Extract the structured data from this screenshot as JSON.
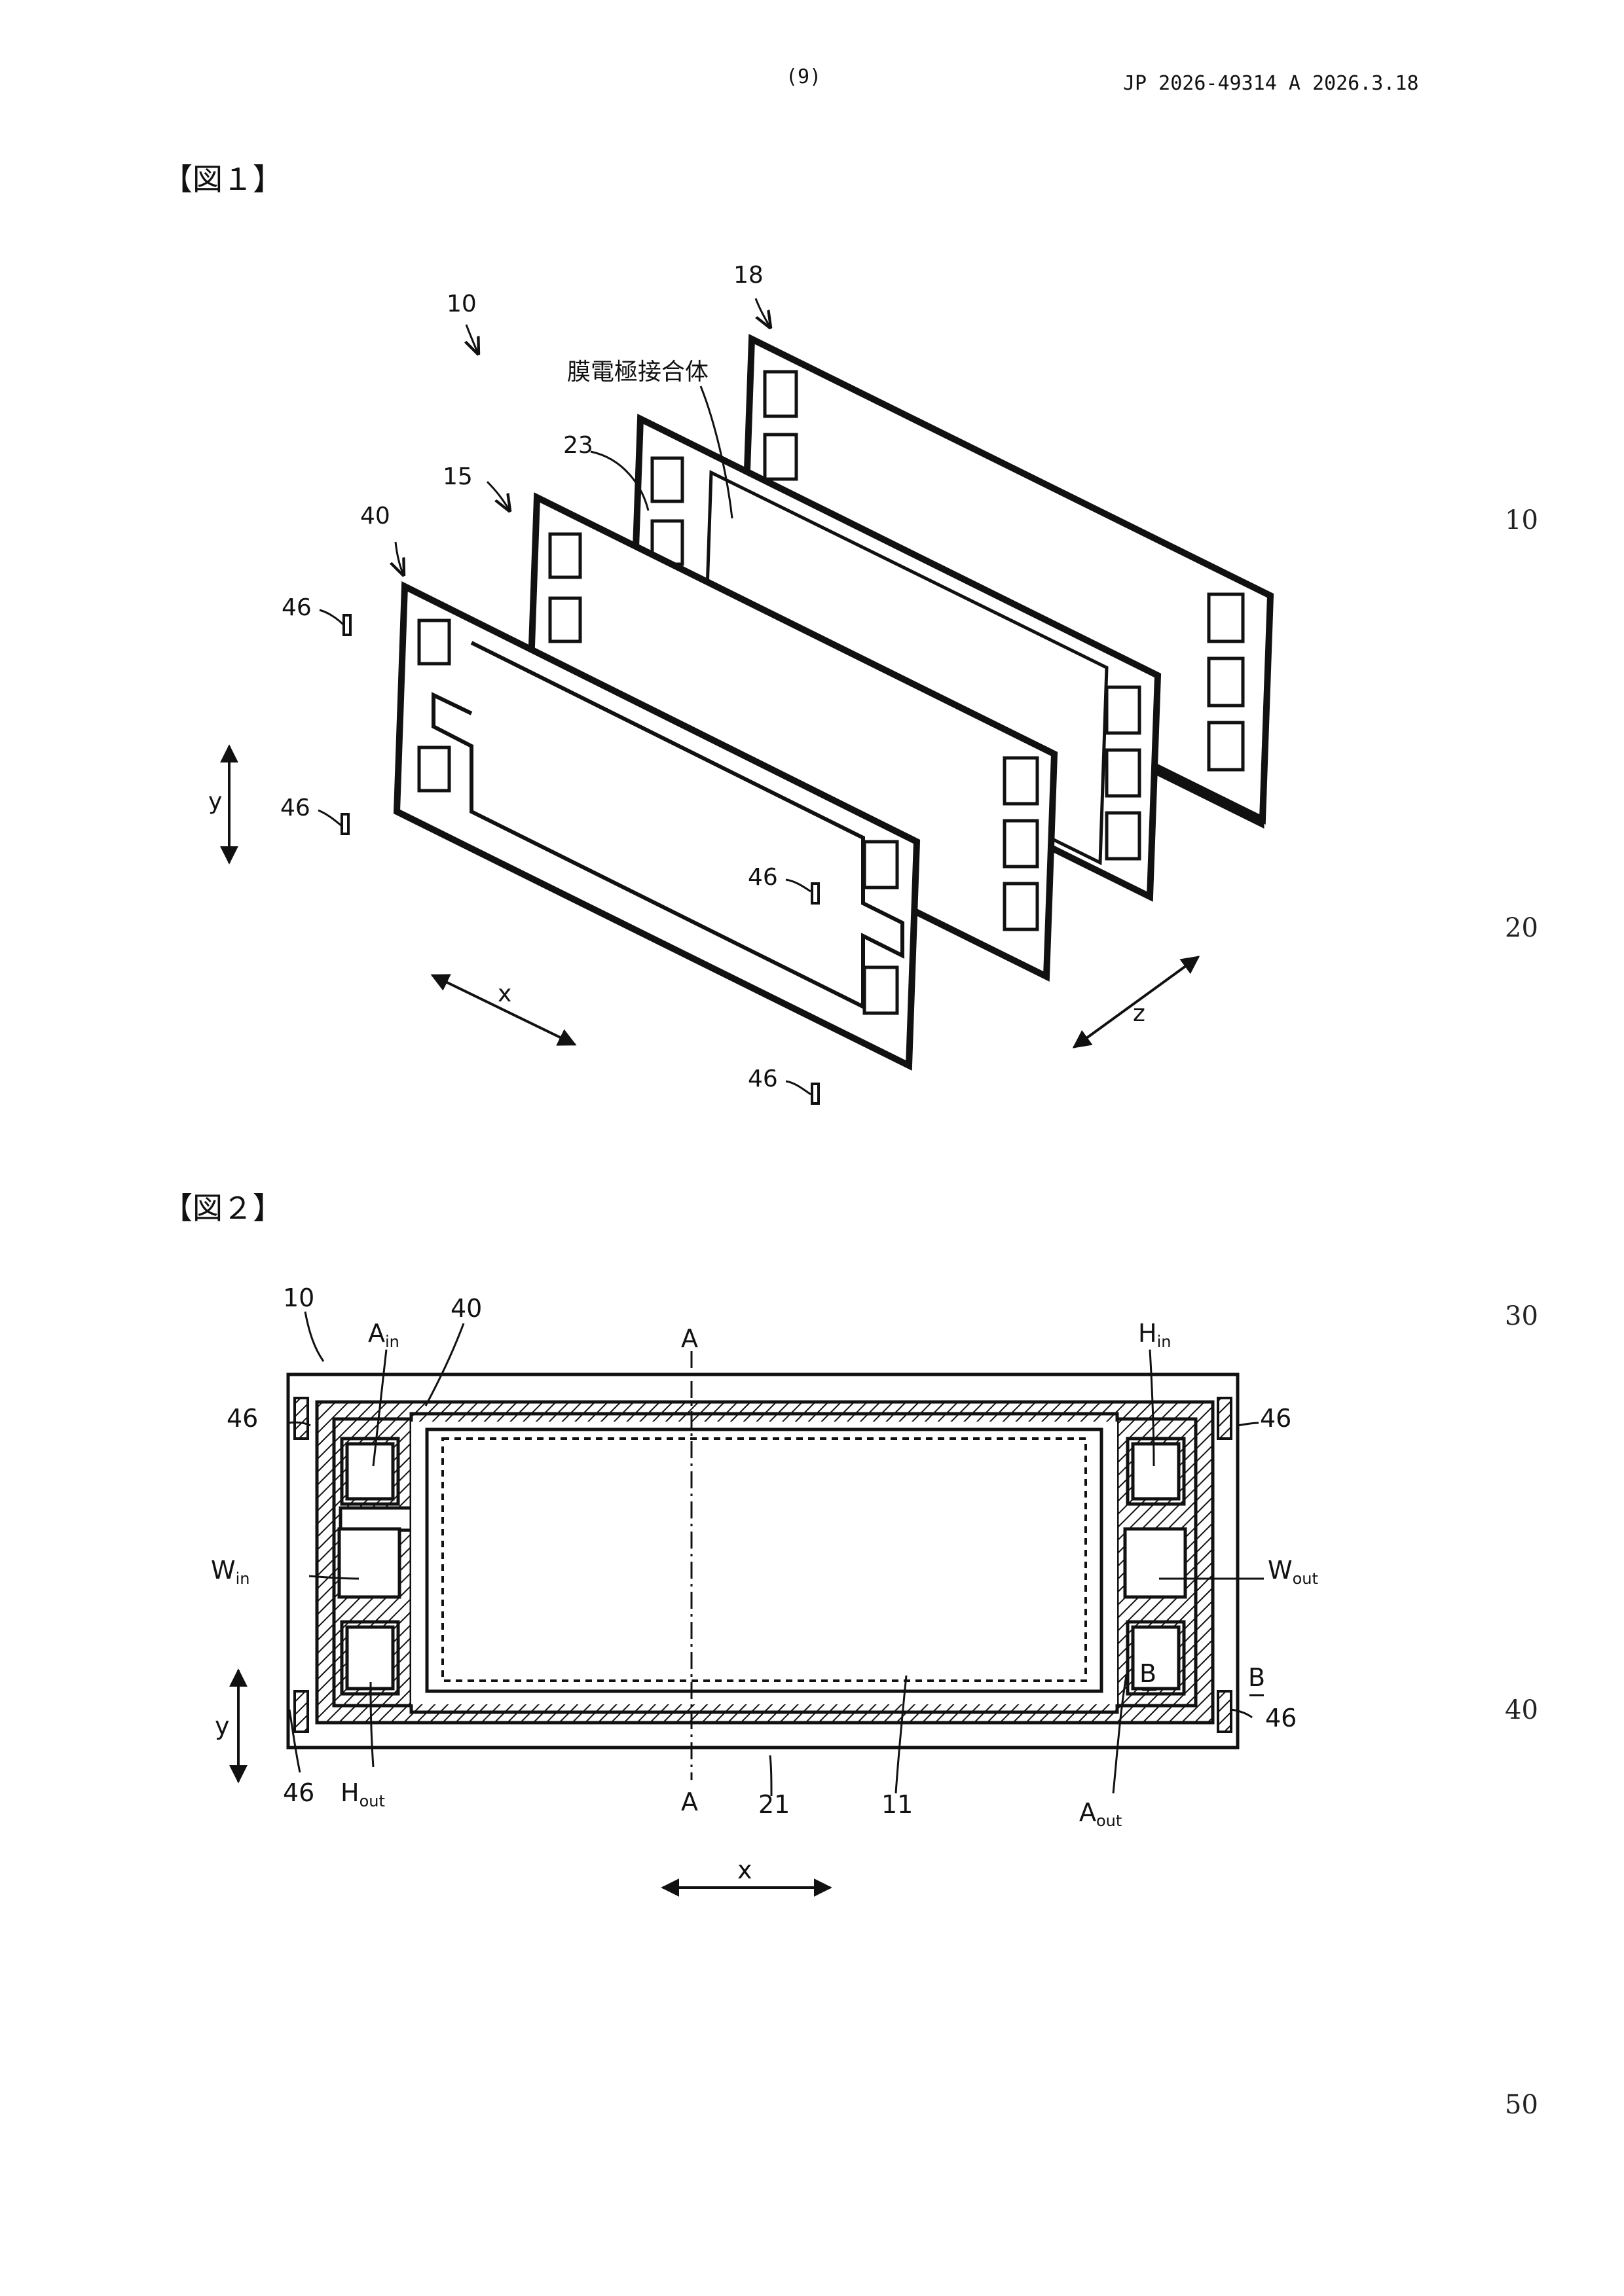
{
  "header": {
    "page_number": "(9)",
    "publication": "JP  2026-49314  A  2026.3.18"
  },
  "line_numbers": [
    "10",
    "20",
    "30",
    "40",
    "50"
  ],
  "figure1": {
    "label": "【図１】",
    "ref_assembly": "10",
    "ref_separator_top": "18",
    "ref_mea_text": "膜電極接合体",
    "ref_23": "23",
    "ref_15": "15",
    "ref_40": "40",
    "ref_46": "46",
    "axis_y": "y",
    "axis_x": "x",
    "axis_z": "z"
  },
  "figure2": {
    "label": "【図２】",
    "ref_10": "10",
    "ref_40": "40",
    "section_A": "A",
    "section_B": "B",
    "A_in": {
      "base": "A",
      "sub": "in"
    },
    "H_in": {
      "base": "H",
      "sub": "in"
    },
    "W_in": {
      "base": "W",
      "sub": "in"
    },
    "W_out": {
      "base": "W",
      "sub": "out"
    },
    "H_out": {
      "base": "H",
      "sub": "out"
    },
    "A_out": {
      "base": "A",
      "sub": "out"
    },
    "ref_46": "46",
    "ref_21": "21",
    "ref_11": "11",
    "axis_y": "y",
    "axis_x": "x"
  }
}
